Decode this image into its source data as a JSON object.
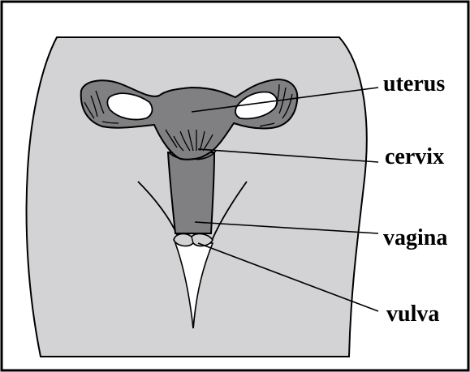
{
  "diagram": {
    "labels": {
      "uterus": "uterus",
      "cervix": "cervix",
      "vagina": "vagina",
      "vulva": "vulva"
    }
  },
  "colors": {
    "background": "#ffffff",
    "border": "#000000",
    "body_fill": "#d3d3d5",
    "organ_fill": "#808083",
    "line": "#000000"
  }
}
